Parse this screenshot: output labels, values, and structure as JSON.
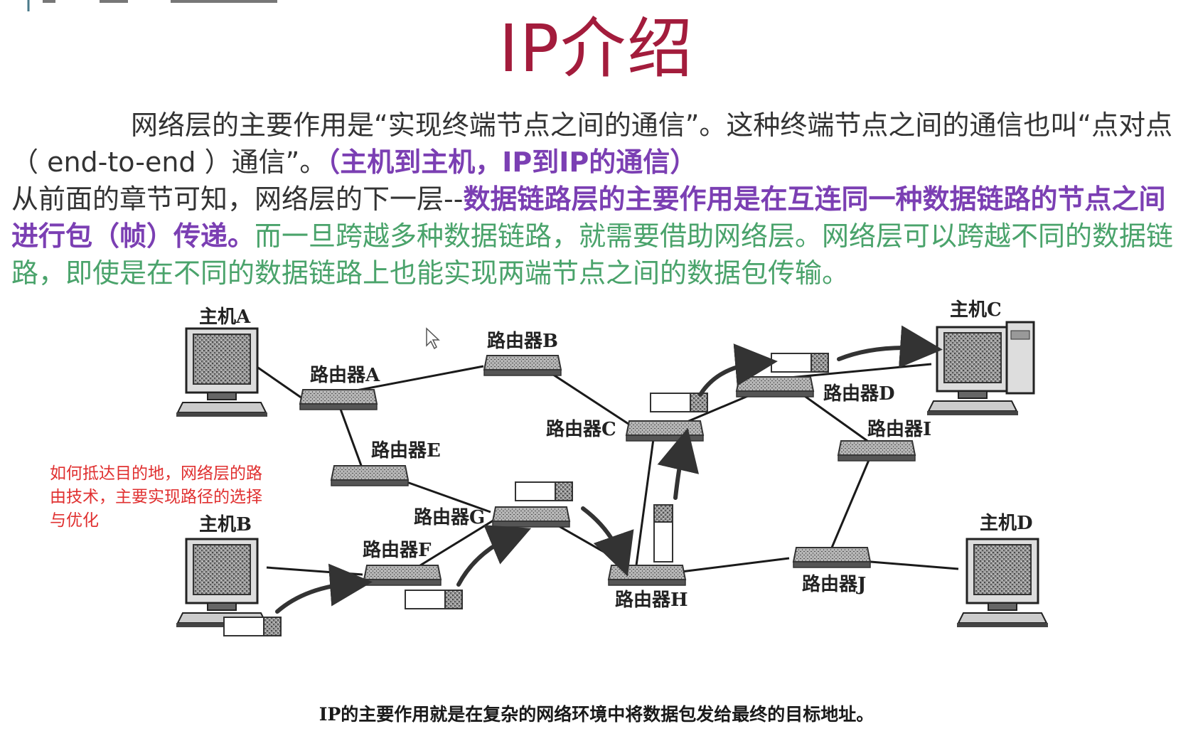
{
  "title": "IP介绍",
  "paragraph": {
    "s1": "网络层的主要作用是“实现终端节点之间的通信”。这种终端节点之间的通信也叫“点对点（ end-to-end ）通信”。",
    "s2": "（主机到主机，IP到IP的通信）",
    "s3": "从前面的章节可知，网络层的下一层--",
    "s4": "数据链路层的主要作用是在互连同一种数据链路的节点之间进行包（帧）传递。",
    "s5": "而一旦跨越多种数据链路，就需要借助网络层。网络层可以跨越不同的数据链路，即使是在不同的数据链路上也能实现两端节点之间的数据包传输。"
  },
  "diagram": {
    "hosts": {
      "A": "主机A",
      "B": "主机B",
      "C": "主机C",
      "D": "主机D"
    },
    "routers": {
      "A": "路由器A",
      "B": "路由器B",
      "C": "路由器C",
      "D": "路由器D",
      "E": "路由器E",
      "F": "路由器F",
      "G": "路由器G",
      "H": "路由器H",
      "I": "路由器I",
      "J": "路由器J"
    },
    "note": "如何抵达目的地，网络层的路由技术，主要实现路径的选择与优化",
    "caption": "IP的主要作用就是在复杂的网络环境中将数据包发给最终的目标地址。"
  },
  "colors": {
    "title": "#a31c3c",
    "purple": "#7b3fb3",
    "green": "#4aa36b",
    "note_red": "#e03030"
  }
}
